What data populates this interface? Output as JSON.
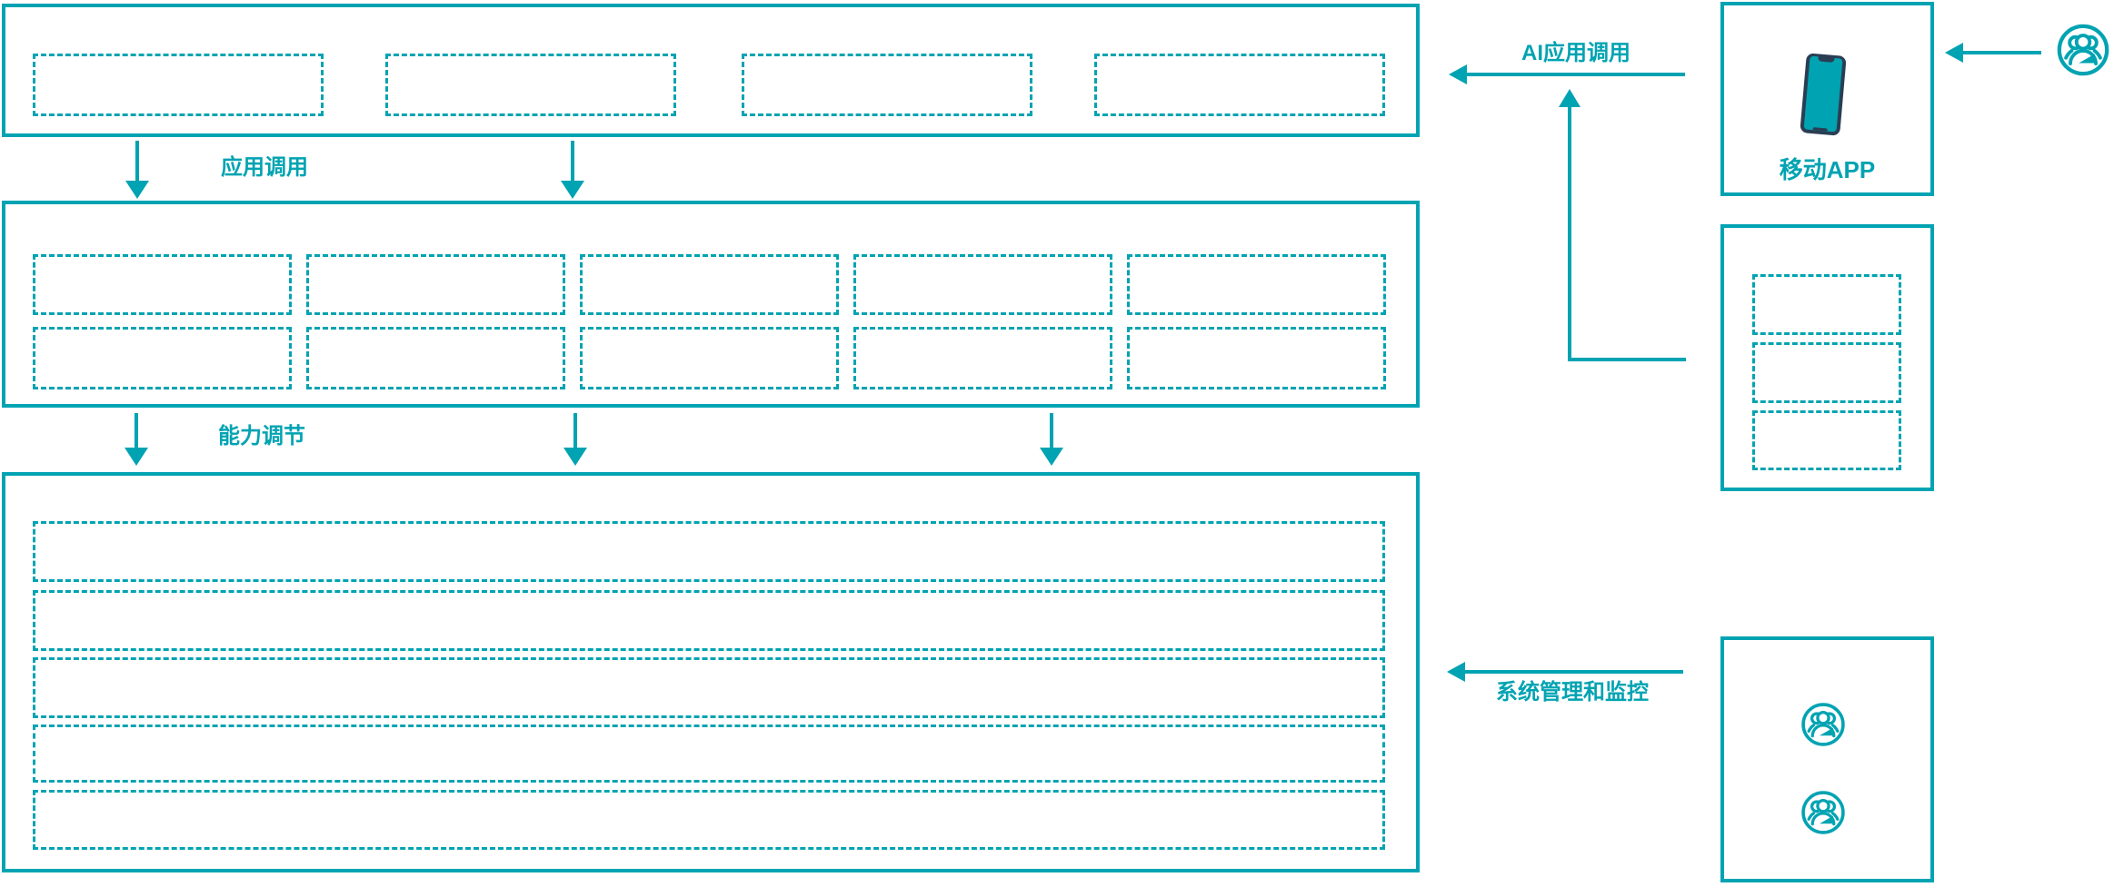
{
  "diagram": {
    "flow_labels": {
      "app_call": "应用调用",
      "capability_adjust": "能力调节",
      "ai_app_call": "AI应用调用",
      "system_management": "系统管理和监控"
    },
    "mobile_app": {
      "label": "移动APP"
    },
    "colors": {
      "line_teal": "#00a3b2",
      "phone_navy": "#2a3e53",
      "background": "#ffffff"
    },
    "structure": {
      "top_layer_placeholder_count": 4,
      "middle_layer_rows": 2,
      "middle_layer_cols": 5,
      "bottom_layer_row_count": 5,
      "api_box_placeholder_count": 3,
      "admin_box_user_icon_count": 2,
      "top_to_middle_arrow_count": 2,
      "middle_to_bottom_arrow_count": 3
    }
  }
}
